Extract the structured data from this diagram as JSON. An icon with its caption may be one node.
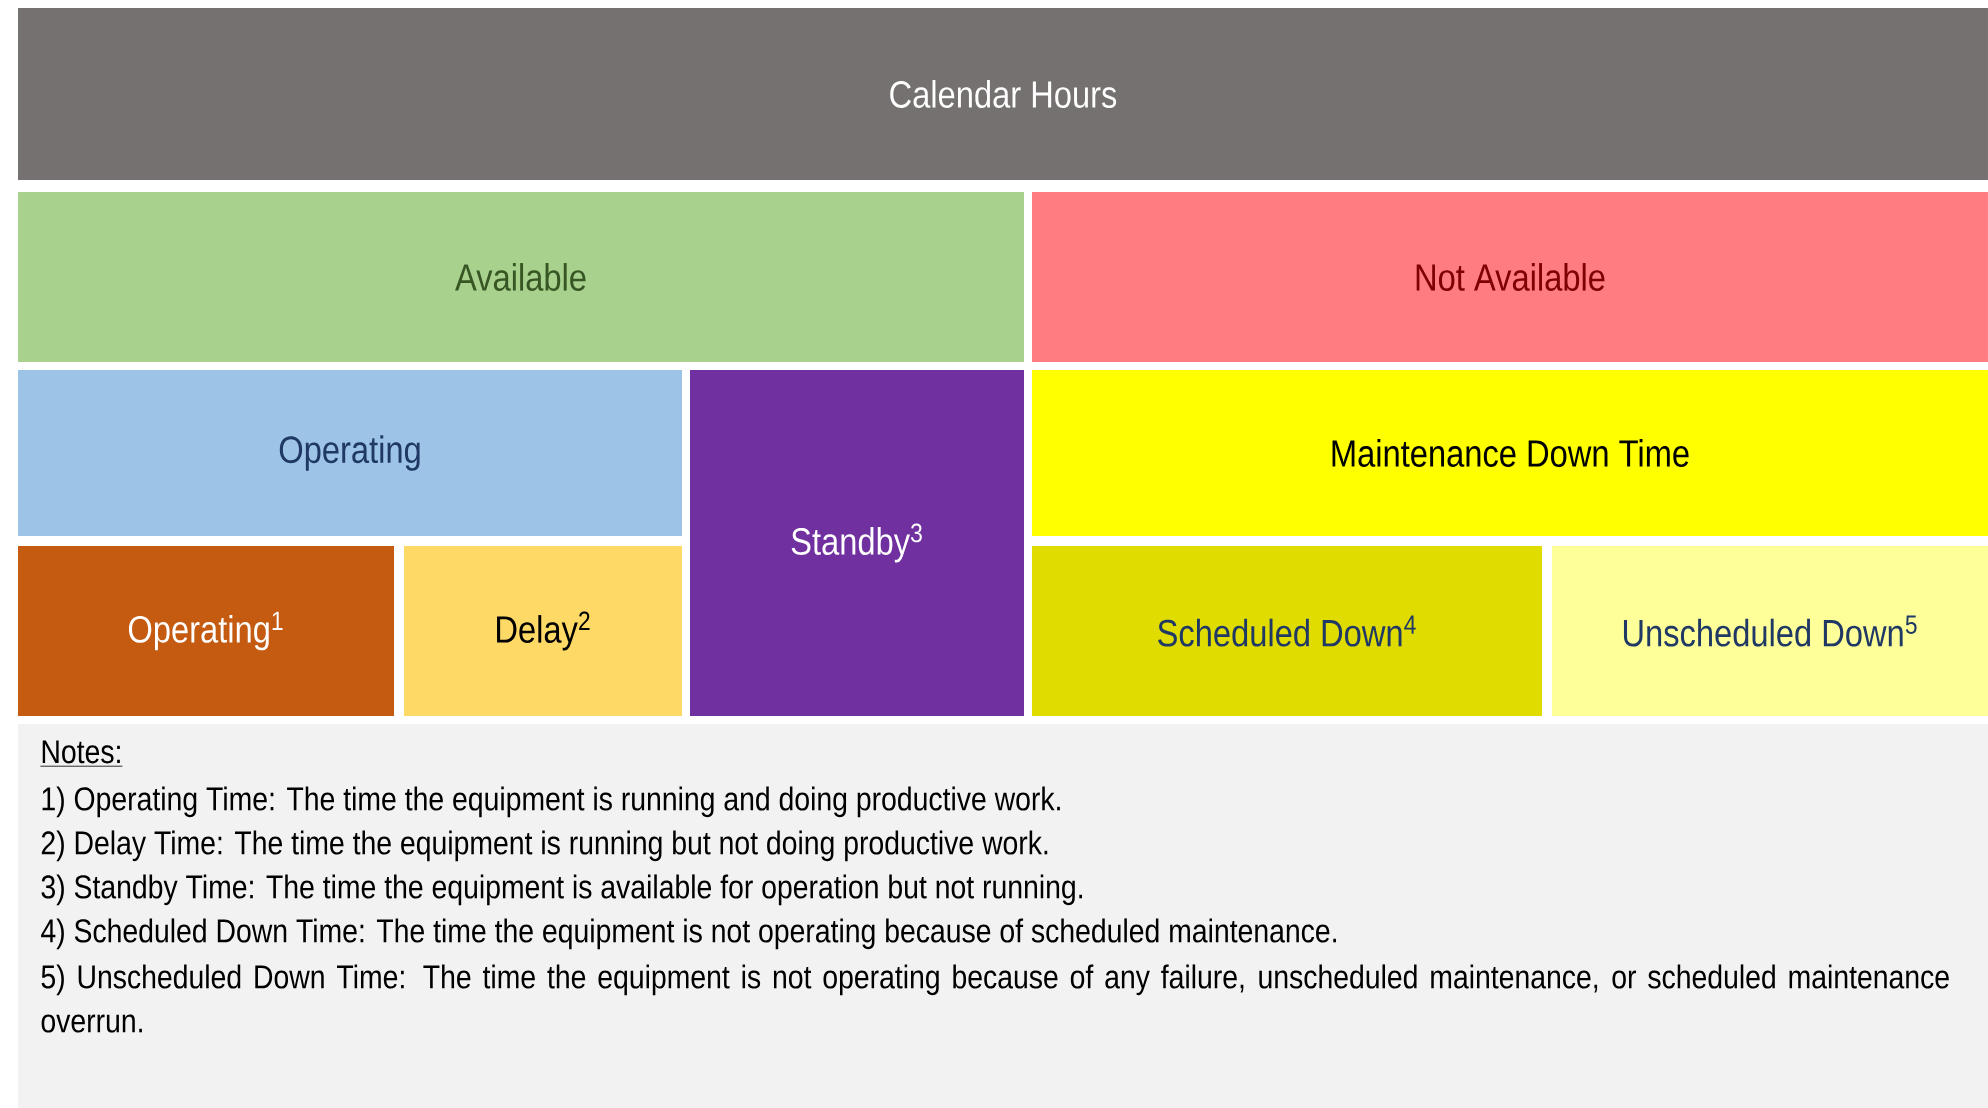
{
  "diagram": {
    "nodes": [
      {
        "text": [
          "Calendar Hours"
        ]
      },
      {
        "text": [
          "Available"
        ]
      },
      {
        "text": [
          "Not Available"
        ]
      },
      {
        "text": [
          "Operating"
        ]
      },
      {
        "text": [
          "Standby$^{3}$"
        ]
      },
      {
        "text": [
          "Maintenance Down Time"
        ]
      },
      {
        "text": [
          "Operating$^{1}$"
        ]
      },
      {
        "text": [
          "Delay$^{2}$"
        ]
      },
      {
        "text": [
          "Scheduled Down$^{4}$"
        ]
      },
      {
        "text": [
          "Unscheduled Down$^{5}$"
        ]
      }
    ],
    "labels": [
      "Notes:",
      "1) Operating Time: The time the equipment is running and doing productive work.",
      "2) Delay Time: The time the equipment is running but not doing productive work.",
      "3) Standby Time: The time the equipment is available for operation but not running.",
      "4) Scheduled Down Time: The time the equipment is not operating because of scheduled maintenance.",
      "5) Unscheduled Down Time: The time the equipment is not operating because of any failure, unscheduled maintenance, or scheduled maintenance overrun."
    ]
  }
}
